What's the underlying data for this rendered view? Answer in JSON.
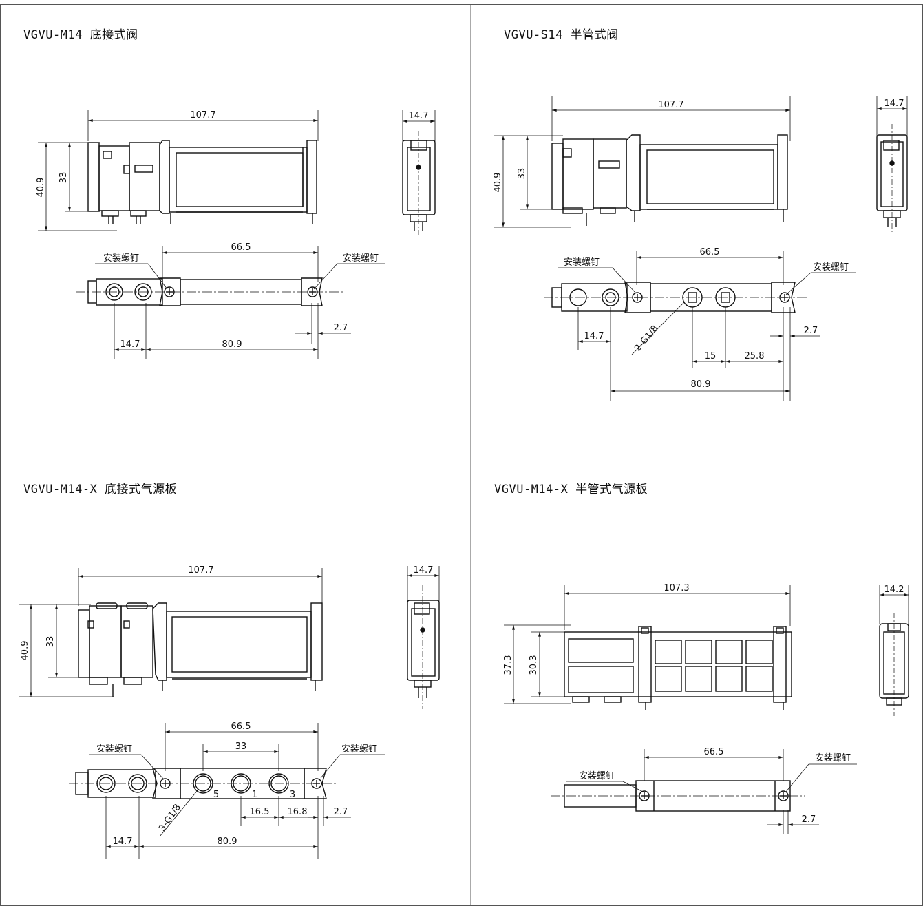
{
  "panels": [
    {
      "title": "VGVU-M14 底接式阀",
      "side": {
        "width": "107.7",
        "height_total": "40.9",
        "height_body": "33"
      },
      "end": {
        "width": "14.7"
      },
      "bottom": {
        "span": "66.5",
        "pitch": "14.7",
        "length": "80.9",
        "offset": "2.7",
        "screw_left": "安装螺钉",
        "screw_right": "安装螺钉"
      }
    },
    {
      "title": "VGVU-S14 半管式阀",
      "side": {
        "width": "107.7",
        "height_total": "40.9",
        "height_body": "33"
      },
      "end": {
        "width": "14.7"
      },
      "bottom": {
        "span": "66.5",
        "pitch": "14.7",
        "length": "80.9",
        "offset": "2.7",
        "port": "2-G1/8",
        "d15": "15",
        "d258": "25.8",
        "screw_left": "安装螺钉",
        "screw_right": "安装螺钉"
      }
    },
    {
      "title": "VGVU-M14-X 底接式气源板",
      "side": {
        "width": "107.7",
        "height_total": "40.9",
        "height_body": "33"
      },
      "end": {
        "width": "14.7"
      },
      "bottom": {
        "span": "66.5",
        "inner": "33",
        "pitch": "14.7",
        "length": "80.9",
        "offset": "2.7",
        "d165": "16.5",
        "d168": "16.8",
        "port": "3-G1/8",
        "p5": "5",
        "p1": "1",
        "p3": "3",
        "screw_left": "安装螺钉",
        "screw_right": "安装螺钉"
      }
    },
    {
      "title": "VGVU-M14-X 半管式气源板",
      "side": {
        "width": "107.3",
        "height_total": "37.3",
        "height_body": "30.3"
      },
      "end": {
        "width": "14.2"
      },
      "bottom": {
        "span": "66.5",
        "offset": "2.7",
        "screw_left": "安装螺钉",
        "screw_right": "安装螺钉"
      }
    }
  ]
}
